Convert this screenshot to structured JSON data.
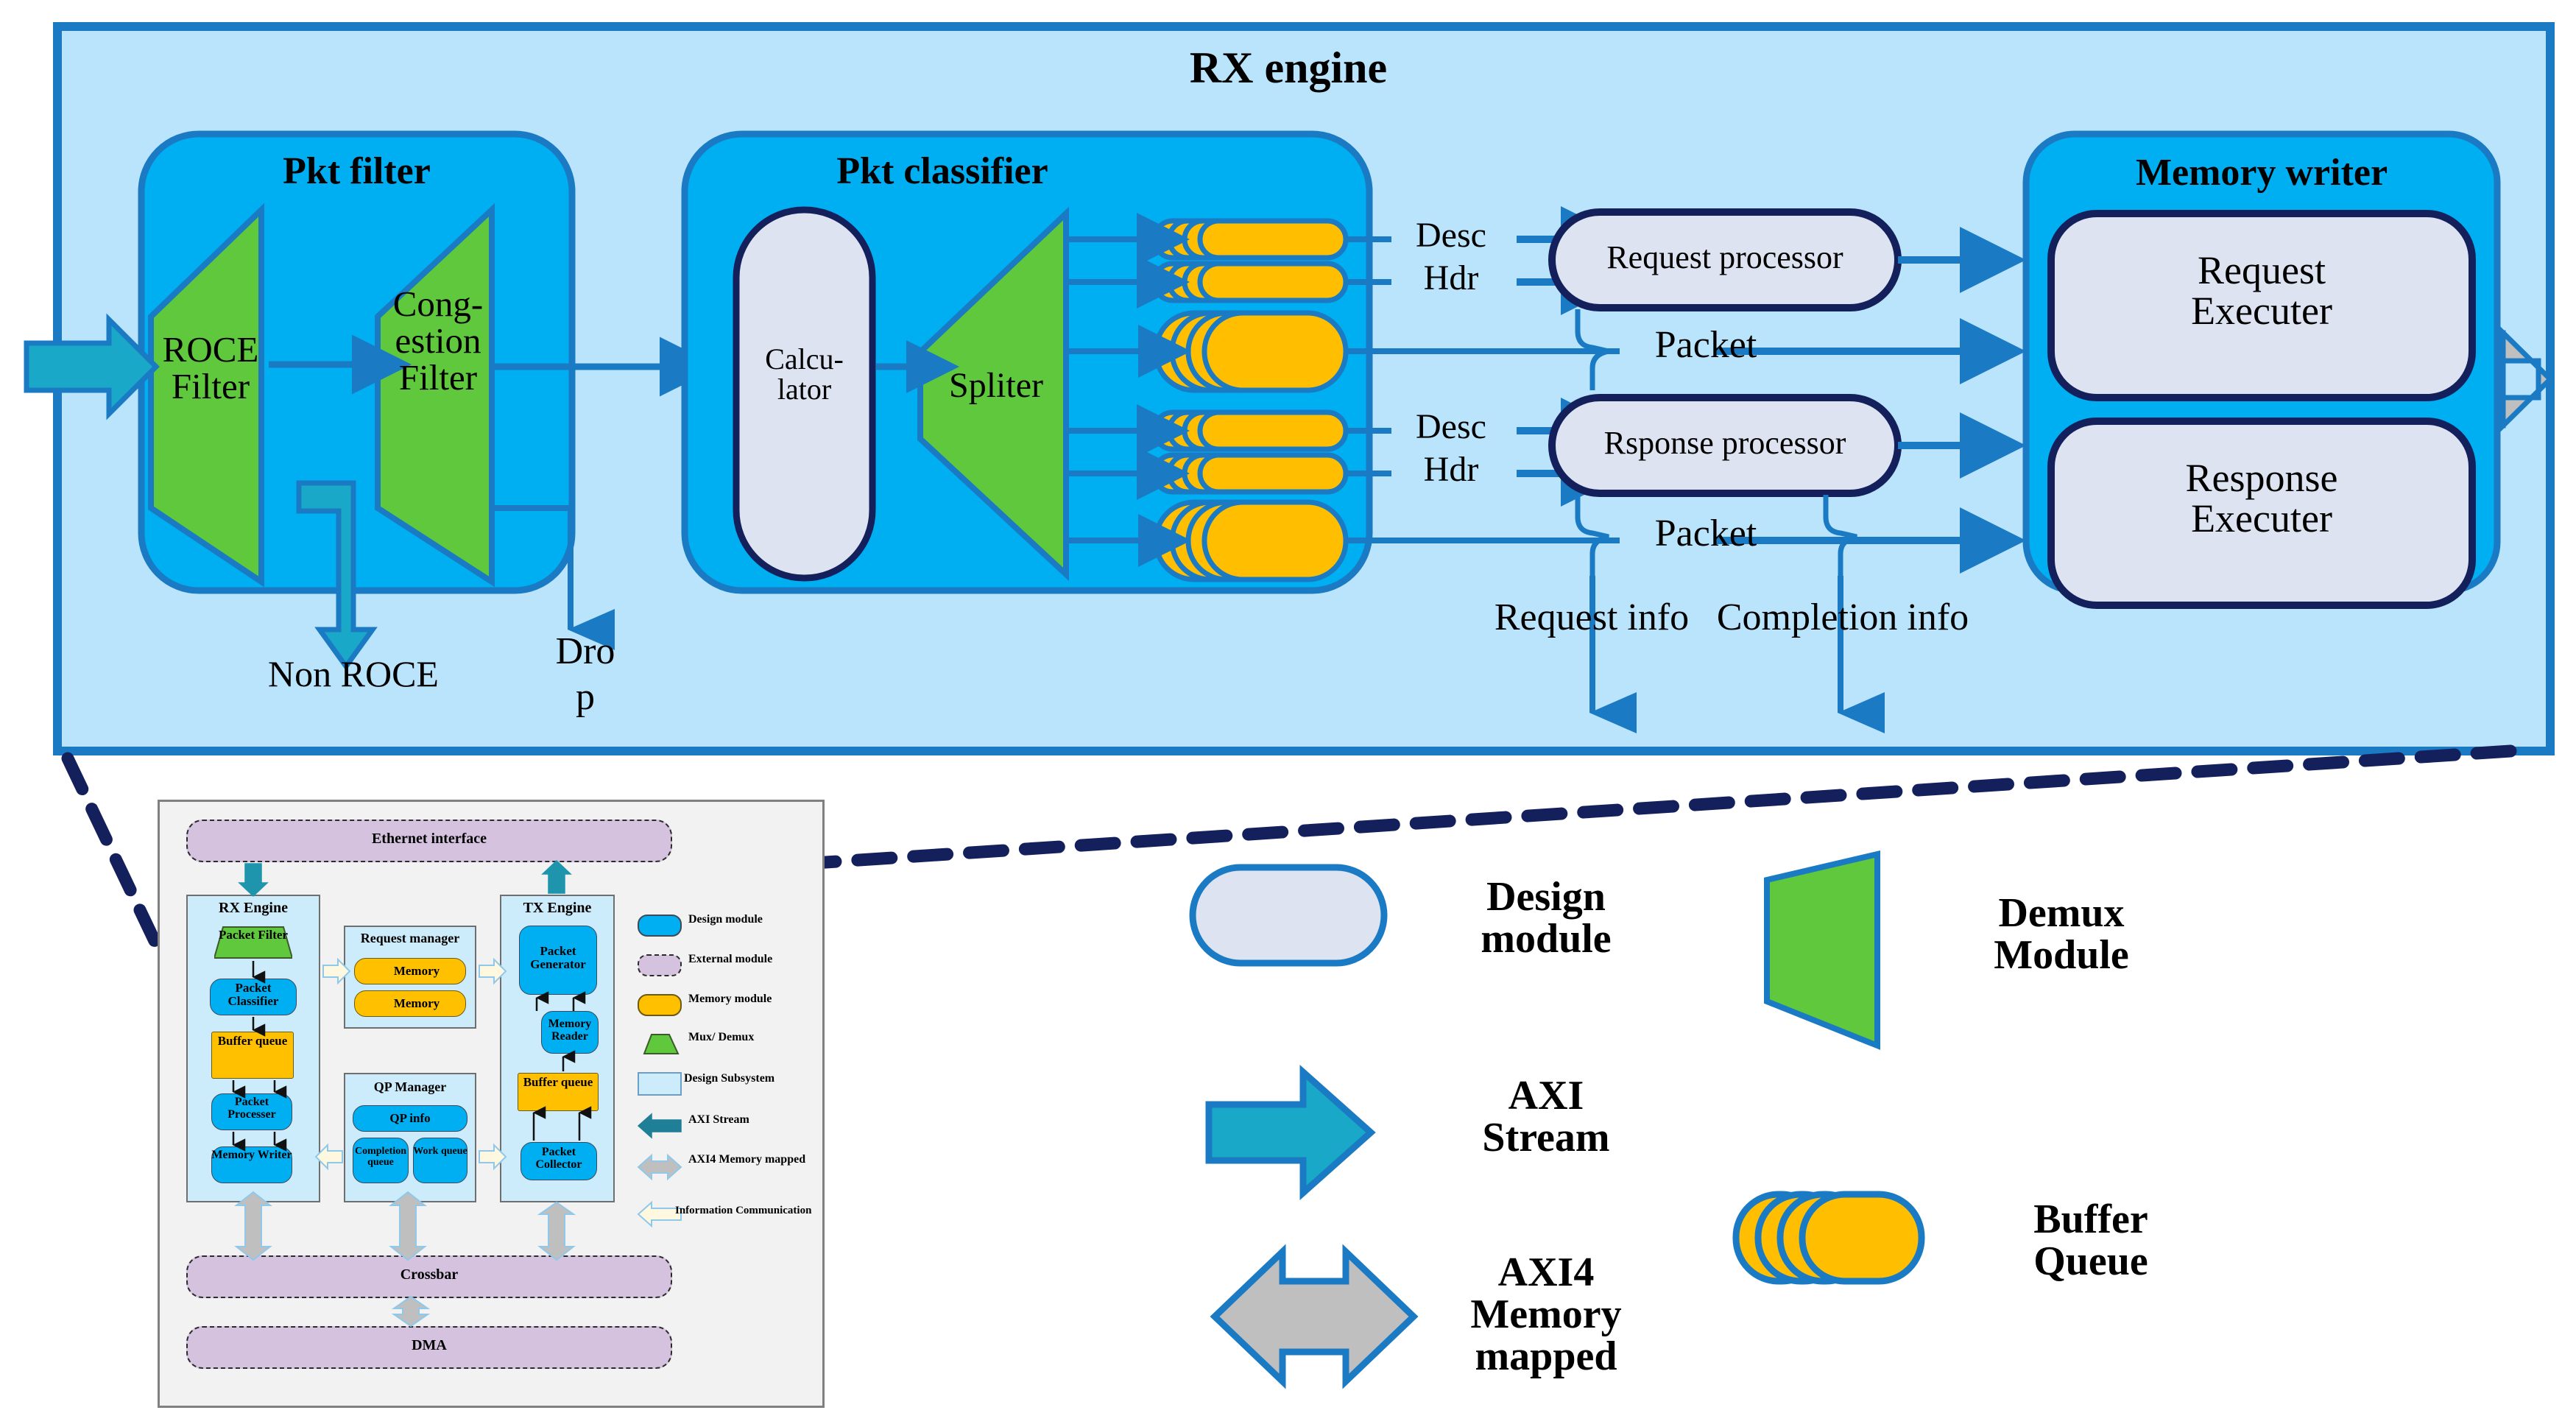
{
  "diagram": {
    "title": "RX engine",
    "colors": {
      "outer_panel": "#b9e4fb",
      "inner_panel": "#00aef2",
      "panel_border": "#1a7bc4",
      "module_fill": "#dde3f0",
      "module_border": "#14205c",
      "mux_green": "#5fc83c",
      "memory_orange": "#ffbf00",
      "arrow_blue": "#1a7bc4",
      "axi_stream_teal": "#19a8c8",
      "axi_mm_gray": "#bfbfbf",
      "callout_navy": "#14205c"
    },
    "blocks": {
      "pkt_filter": {
        "title": "Pkt filter",
        "roce_filter": "ROCE\nFilter",
        "congestion_filter": "Cong-\nestion\nFilter",
        "non_roce_label": "Non ROCE",
        "drop_label_line1": "Dro",
        "drop_label_line2": "p"
      },
      "pkt_classifier": {
        "title": "Pkt classifier",
        "calculator": "Calcu-\nlator",
        "spliter": "Spliter",
        "queue_count": 6
      },
      "processors": {
        "request_processor": "Request processor",
        "response_processor": "Rsponse processor",
        "desc_label_top": "Desc",
        "hdr_label_top": "Hdr",
        "desc_label_bottom": "Desc",
        "hdr_label_bottom": "Hdr",
        "packet_label_top": "Packet",
        "packet_label_bottom": "Packet",
        "request_info": "Request info",
        "completion_info": "Completion info"
      },
      "memory_writer": {
        "title": "Memory writer",
        "request_executer": "Request\nExecuter",
        "response_executer": "Response\nExecuter"
      }
    }
  },
  "legend": {
    "items": [
      {
        "shape": "design-module",
        "label": "Design\nmodule"
      },
      {
        "shape": "demux-module",
        "label": "Demux\nModule"
      },
      {
        "shape": "axi-stream",
        "label": "AXI\nStream"
      },
      {
        "shape": "buffer-queue",
        "label": "Buffer\nQueue"
      },
      {
        "shape": "axi4-mm",
        "label": "AXI4\nMemory\nmapped"
      }
    ]
  },
  "thumbnail": {
    "ethernet_interface": "Ethernet interface",
    "rx_engine": {
      "title": "RX Engine",
      "packet_filter": "Packet\nFilter",
      "packet_classifier": "Packet\nClassifier",
      "buffer_queue": "Buffer queue",
      "packet_processer": "Packet\nProcesser",
      "memory_writer": "Memory\nWriter"
    },
    "request_manager": {
      "title": "Request manager",
      "memory_1": "Memory",
      "memory_2": "Memory"
    },
    "qp_manager": {
      "title": "QP Manager",
      "qp_info": "QP info",
      "completion_queue": "Completion\nqueue",
      "work_queue": "Work\nqueue"
    },
    "tx_engine": {
      "title": "TX Engine",
      "packet_generator": "Packet\nGenerator",
      "memory_reader": "Memory\nReader",
      "buffer_queue": "Buffer queue",
      "packet_collector": "Packet\nCollector"
    },
    "crossbar": "Crossbar",
    "dma": "DMA",
    "legend": [
      {
        "shape": "design-module",
        "label": "Design\nmodule"
      },
      {
        "shape": "external-module",
        "label": "External\nmodule"
      },
      {
        "shape": "memory-module",
        "label": "Memory\nmodule"
      },
      {
        "shape": "mux-demux",
        "label": "Mux/\nDemux"
      },
      {
        "shape": "design-subsystem",
        "label": "Design\nSubsystem"
      },
      {
        "shape": "axi-stream",
        "label": "AXI\nStream"
      },
      {
        "shape": "axi4-memory-mapped",
        "label": "AXI4\nMemory\nmapped"
      },
      {
        "shape": "info-communication",
        "label": "Information\nCommunication"
      }
    ]
  }
}
